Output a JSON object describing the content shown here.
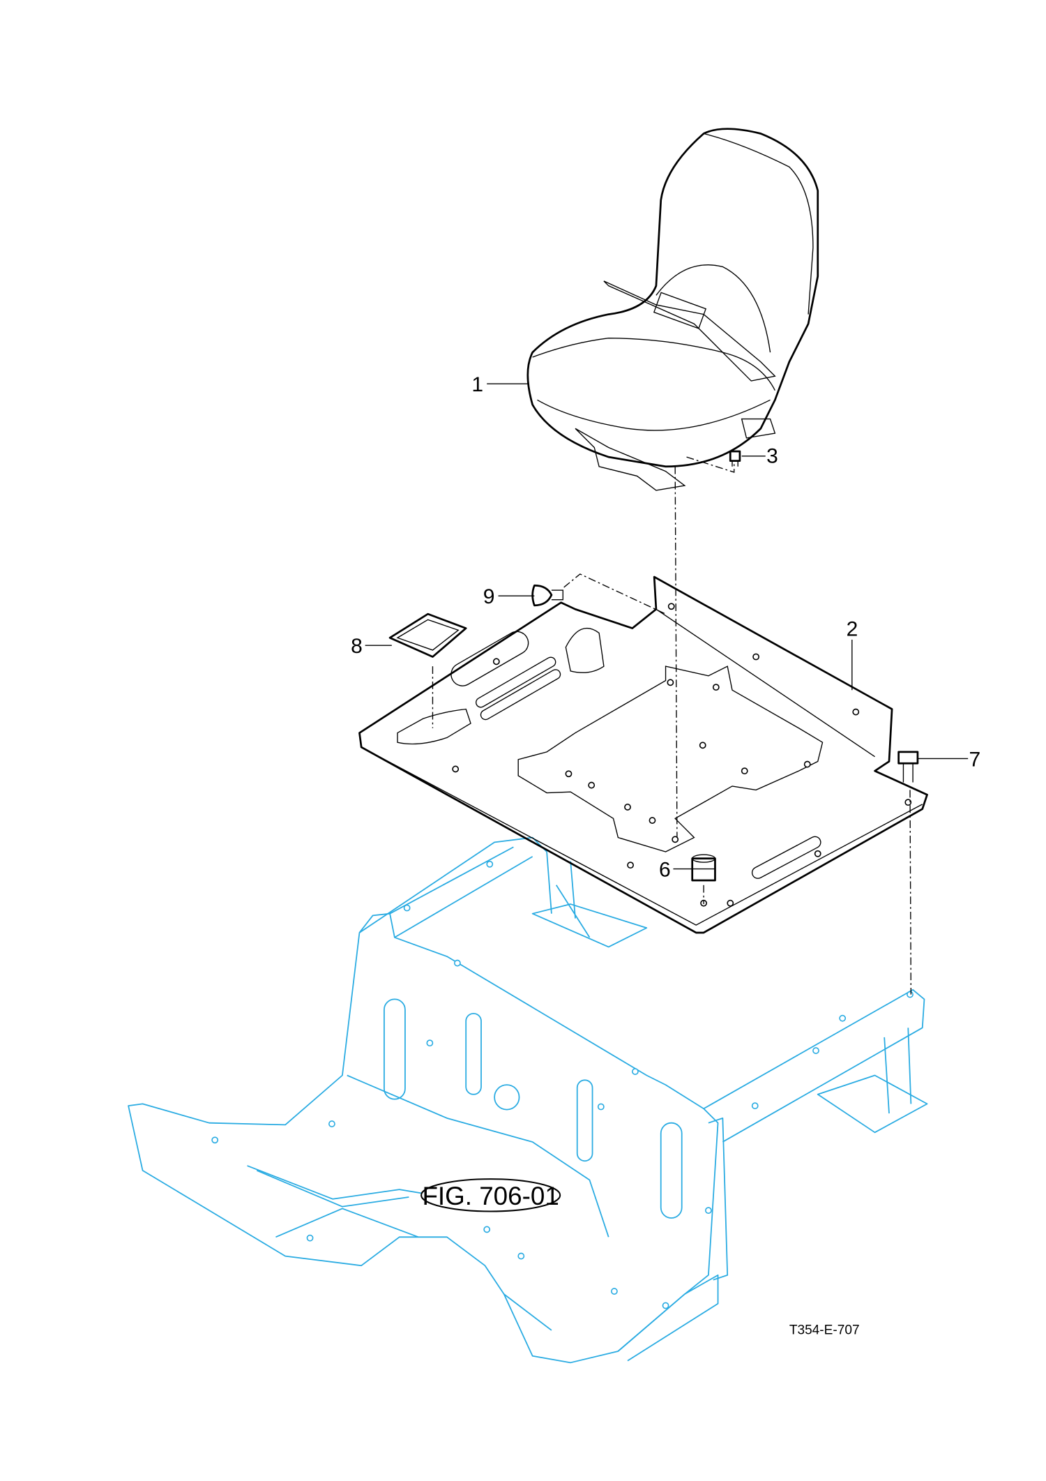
{
  "diagram": {
    "callouts": [
      {
        "id": "1",
        "text": "1"
      },
      {
        "id": "2",
        "text": "2"
      },
      {
        "id": "3",
        "text": "3"
      },
      {
        "id": "6",
        "text": "6"
      },
      {
        "id": "7",
        "text": "7"
      },
      {
        "id": "8",
        "text": "8"
      },
      {
        "id": "9",
        "text": "9"
      }
    ],
    "figure_reference": "FIG. 706-01",
    "drawing_code": "T354-E-707",
    "colors": {
      "parts": "#000000",
      "reference_frame": "#29abe2"
    }
  }
}
